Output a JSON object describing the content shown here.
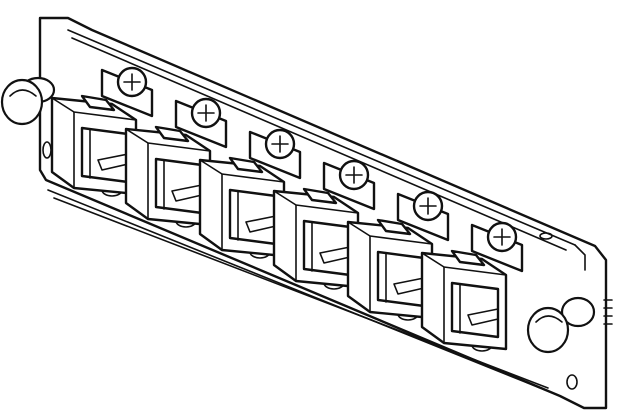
{
  "figure": {
    "subject": "fiber-adapter-panel",
    "line_color": "#111111",
    "background_color": "#ffffff",
    "adapter_count": 6,
    "panel_screw_count": 2
  }
}
